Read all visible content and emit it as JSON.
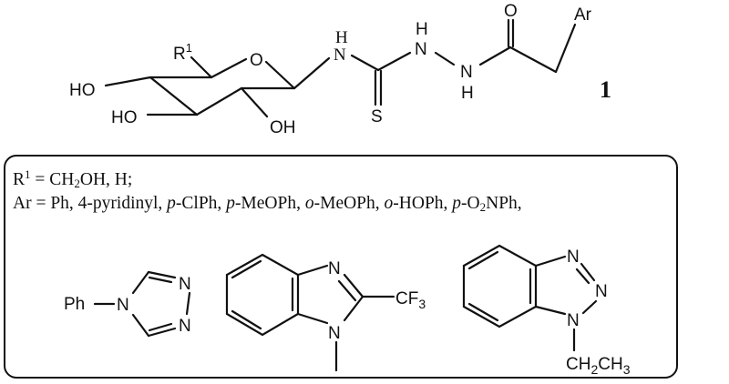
{
  "compound": {
    "number_label": "1",
    "atoms": {
      "r1": "R",
      "r1_sup": "1",
      "ring_o": "O",
      "ho_left": "HO",
      "ho_bottom": "HO",
      "oh": "OH",
      "nh1_h": "H",
      "nh1_n": "N",
      "s": "S",
      "nh2_h": "H",
      "nh2_n": "N",
      "nh3_n": "N",
      "nh3_h": "H",
      "carbonyl_o": "O",
      "ar": "Ar"
    }
  },
  "legend": {
    "r1_line": {
      "prefix": "R",
      "sup": "1",
      "equals": " = CH",
      "sub": "2",
      "rest": "OH,  H;"
    },
    "ar_line": {
      "prefix": "Ar = Ph, 4-pyridinyl, ",
      "items": [
        {
          "italic": "p",
          "text": "-ClPh, "
        },
        {
          "italic": "p",
          "text": "-MeOPh, "
        },
        {
          "italic": "o",
          "text": "-MeOPh, "
        },
        {
          "italic": "o",
          "text": "-HOPh, "
        },
        {
          "italic": "p",
          "text": "-O",
          "sub": "2",
          "tail": "NPh,"
        }
      ]
    },
    "structures": [
      {
        "name": "4-phenyl-1,2,4-triazole",
        "labels": {
          "ph": "Ph",
          "n4": "N",
          "n1": "N",
          "n2": "N"
        }
      },
      {
        "name": "1-methyl-2-trifluoromethylbenzimidazole",
        "labels": {
          "n3": "N",
          "n1": "N",
          "cf": "CF",
          "cf_sub": "3"
        }
      },
      {
        "name": "1-ethylbenzotriazole",
        "labels": {
          "n3": "N",
          "n2": "N",
          "n1": "N",
          "ch2": "CH",
          "ch2_sub": "2",
          "ch3": "CH",
          "ch3_sub": "3"
        }
      }
    ]
  }
}
